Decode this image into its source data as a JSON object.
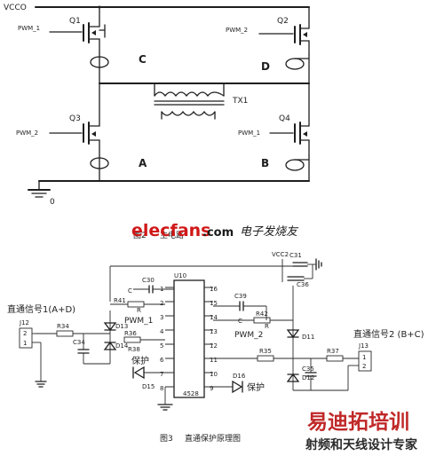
{
  "figure1": {
    "vcc_label": "VCCO",
    "ground_label": "0",
    "transformer_label": "TX1",
    "switches": [
      {
        "ref": "Q1",
        "gate_label": "PWM_1",
        "node": "C"
      },
      {
        "ref": "Q2",
        "gate_label": "PWM_2",
        "node": "D"
      },
      {
        "ref": "Q3",
        "gate_label": "PWM_2",
        "node": "A"
      },
      {
        "ref": "Q4",
        "gate_label": "PWM_1",
        "node": "B"
      }
    ],
    "caption_prefix": "图2",
    "caption_text": "主电路"
  },
  "watermark": {
    "brand": "elecfans",
    "domain": ".com",
    "tagline": "电子发烧友",
    "brand_color": "#d01818",
    "domain_color": "#1a1a1a"
  },
  "figure2": {
    "vcc_label": "VCC2",
    "ic_ref": "U10",
    "ic_part": "4528",
    "input_left_label": "直通信号1(A+D)",
    "input_right_label": "直通信号2 (B+C)",
    "pwm1_label": "PWM_1",
    "pwm2_label": "PWM_2",
    "protect_label_1": "保护",
    "protect_label_2": "保护",
    "connector_left": "J12",
    "connector_right": "J13",
    "pins_left": [
      "2",
      "1"
    ],
    "pins_right": [
      "1",
      "2"
    ],
    "ic_pins_left": [
      "1",
      "2",
      "3",
      "4",
      "5",
      "6",
      "7",
      "8"
    ],
    "ic_pins_right": [
      "16",
      "15",
      "14",
      "13",
      "12",
      "11",
      "10",
      "9"
    ],
    "components": {
      "c30": "C30",
      "c31": "C31",
      "c36": "C36",
      "c39": "C39",
      "r41": "R41",
      "r34": "R34",
      "r36": "R36",
      "r38": "R38",
      "r42": "R42",
      "r35": "R35",
      "r37": "R37",
      "c34": "C34",
      "c35": "C35",
      "d13": "D13",
      "d14": "D14",
      "d15": "D15",
      "d16": "D16",
      "d11": "D11",
      "d12": "D12",
      "r_small": "R",
      "c_small": "C"
    },
    "caption_prefix": "图3",
    "caption_text": "直通保护原理图"
  },
  "banner": {
    "title": "易迪拓培训",
    "subtitle": "射频和天线设计专家",
    "title_color": "#c02828",
    "subtitle_color": "#2a2a2a"
  }
}
